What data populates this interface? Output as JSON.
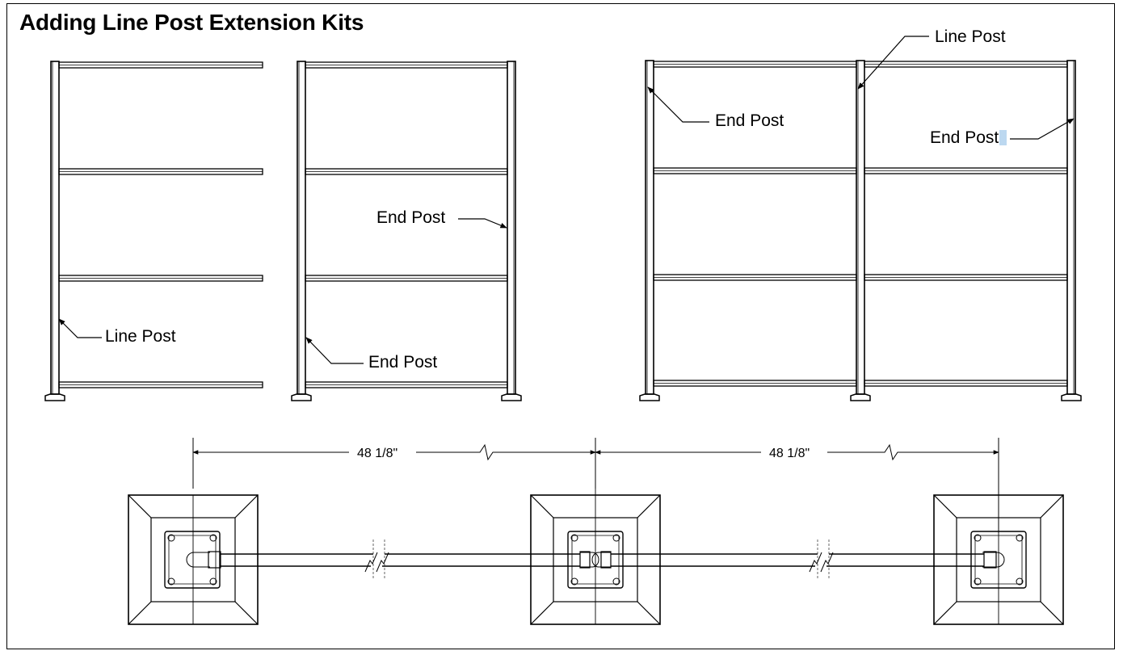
{
  "title": "Adding Line Post Extension Kits",
  "labels": {
    "left_line_post": "Line Post",
    "middle_end_post_right": "End Post",
    "middle_end_post_bottom": "End Post",
    "right_line_post": "Line Post",
    "right_end_post_left": "End Post",
    "right_end_post_right_before": "End Pos",
    "right_end_post_right_highlight": "t"
  },
  "dimensions": {
    "span_left": "48 1/8\"",
    "span_right": "48 1/8\""
  },
  "colors": {
    "line": "#000000",
    "highlight": "#bcd8f0"
  }
}
